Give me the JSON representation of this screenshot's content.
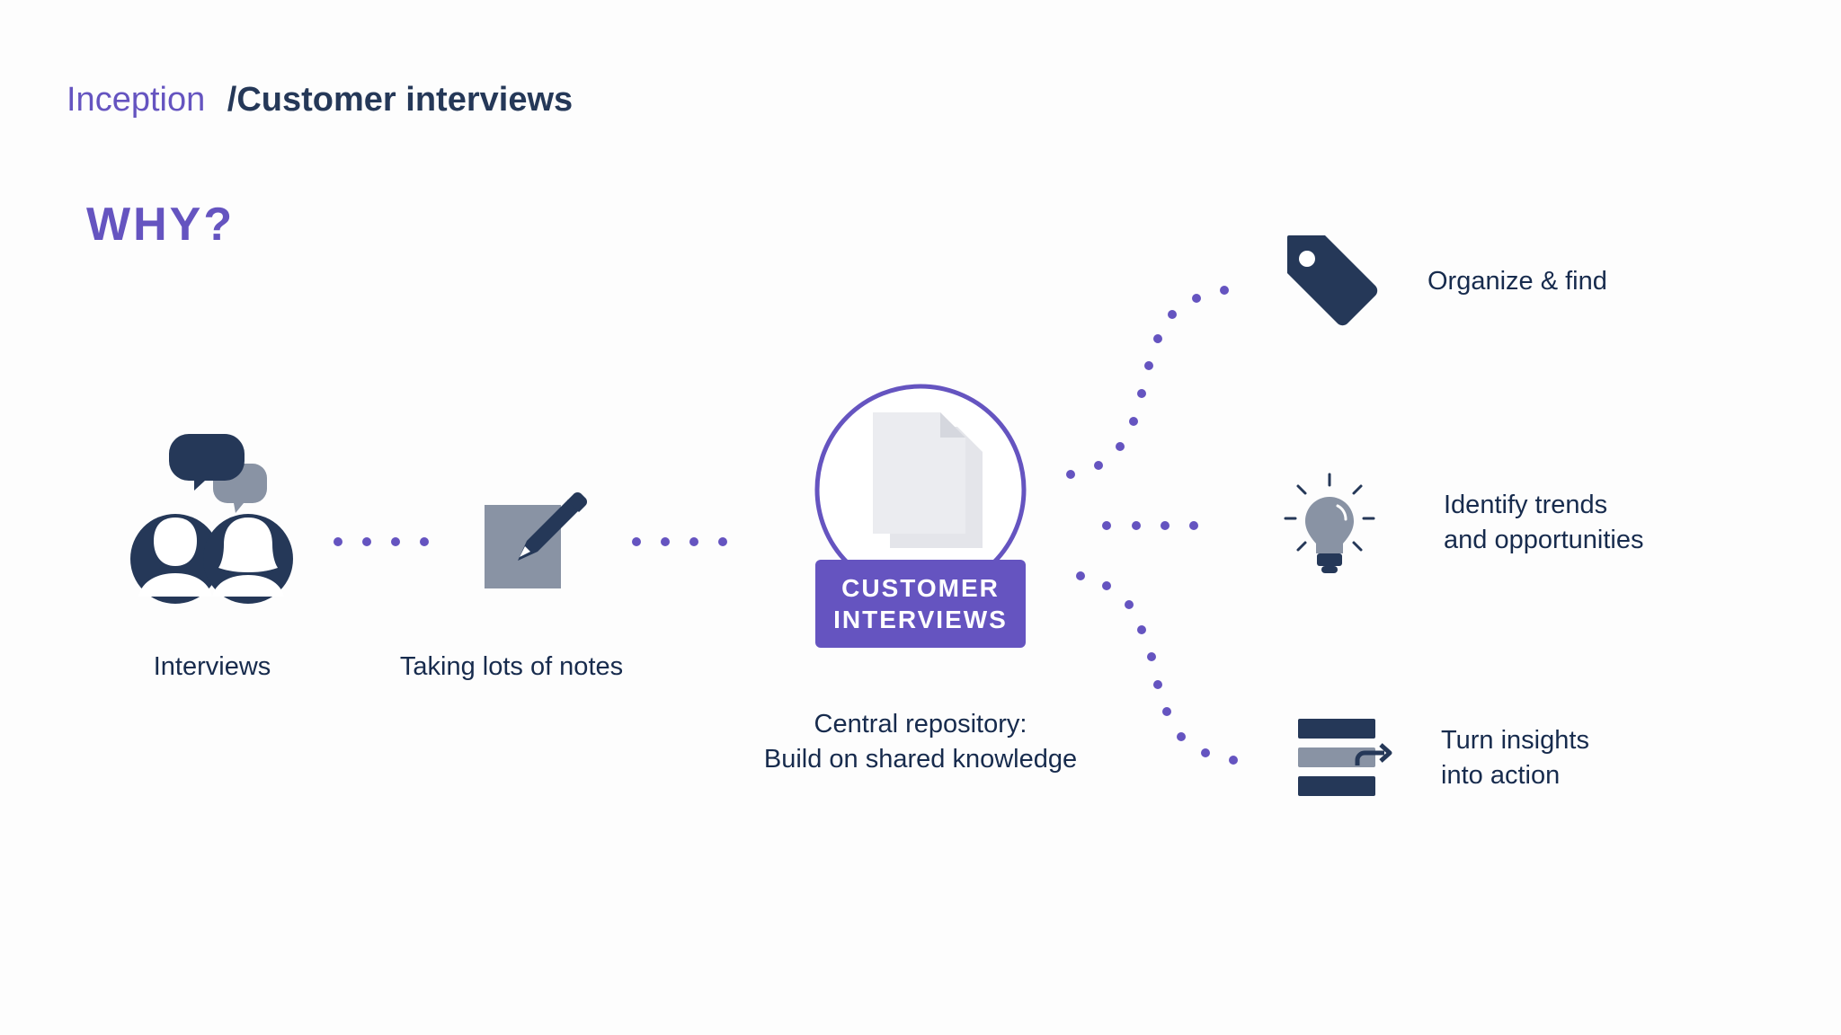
{
  "breadcrumb": {
    "parent": "Inception",
    "separator": "/",
    "current": "Customer interviews"
  },
  "heading": "WHY?",
  "steps": {
    "interviews": "Interviews",
    "notes": "Taking lots of notes"
  },
  "repository": {
    "badge_line1": "CUSTOMER",
    "badge_line2": "INTERVIEWS",
    "caption_line1": "Central repository:",
    "caption_line2": "Build on shared knowledge"
  },
  "outcomes": {
    "organize": "Organize & find",
    "trends_line1": "Identify trends",
    "trends_line2": "and opportunities",
    "action_line1": "Turn insights",
    "action_line2": "into action"
  },
  "icons": [
    "speech-bubbles-icon",
    "people-icon",
    "notepad-pencil-icon",
    "documents-icon",
    "tag-icon",
    "lightbulb-icon",
    "list-arrow-icon"
  ],
  "colors": {
    "accent": "#6554c0",
    "navy": "#253858",
    "gray": "#8993a4",
    "paper": "#ebecf0"
  }
}
